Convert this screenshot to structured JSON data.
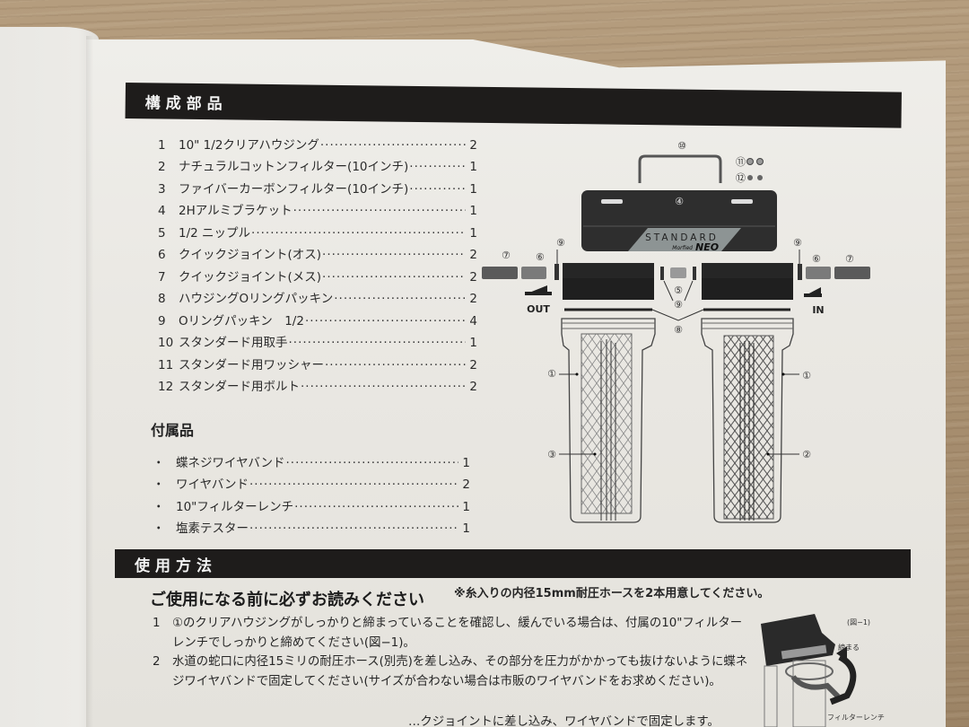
{
  "section_parts": {
    "title": "構成部品",
    "items": [
      {
        "num": "1",
        "name": "10\"  1/2クリアハウジング",
        "qty": "2"
      },
      {
        "num": "2",
        "name": "ナチュラルコットンフィルター(10インチ)",
        "qty": "1"
      },
      {
        "num": "3",
        "name": "ファイバーカーボンフィルター(10インチ)",
        "qty": "1"
      },
      {
        "num": "4",
        "name": "2Hアルミブラケット",
        "qty": "1"
      },
      {
        "num": "5",
        "name": "1/2 ニップル",
        "qty": "1"
      },
      {
        "num": "6",
        "name": "クイックジョイント(オス)",
        "qty": "2"
      },
      {
        "num": "7",
        "name": "クイックジョイント(メス)",
        "qty": "2"
      },
      {
        "num": "8",
        "name": "ハウジングOリングパッキン",
        "qty": "2"
      },
      {
        "num": "9",
        "name": "Oリングパッキン　1/2",
        "qty": "4"
      },
      {
        "num": "10",
        "name": "スタンダード用取手",
        "qty": "1"
      },
      {
        "num": "11",
        "name": "スタンダード用ワッシャー",
        "qty": "2"
      },
      {
        "num": "12",
        "name": "スタンダード用ボルト",
        "qty": "2"
      }
    ]
  },
  "section_accessories": {
    "title": "付属品",
    "items": [
      {
        "bullet": "・",
        "name": "蝶ネジワイヤバンド",
        "qty": "1"
      },
      {
        "bullet": "・",
        "name": "ワイヤバンド",
        "qty": "2"
      },
      {
        "bullet": "・",
        "name": "10\"フィルターレンチ",
        "qty": "1"
      },
      {
        "bullet": "・",
        "name": "塩素テスター",
        "qty": "1"
      }
    ]
  },
  "diagram": {
    "brand_line1": "STANDARD",
    "brand_line2_small": "Morfied",
    "brand_line2_large": "NEO",
    "labels": {
      "handle": "⑩",
      "washer": "⑪",
      "bolt": "⑫",
      "bracket": "④",
      "nipple": "⑤",
      "oring_small": "⑨",
      "oring_housing": "⑧",
      "joint_male": "⑥",
      "joint_female": "⑦",
      "housing": "①",
      "cotton_filter": "②",
      "carbon_filter": "③"
    },
    "out_label": "OUT",
    "in_label": "IN"
  },
  "section_usage": {
    "title": "使用方法",
    "subtitle": "ご使用になる前に必ずお読みください",
    "note": "※糸入りの内径15mm耐圧ホースを2本用意してください。",
    "steps": [
      {
        "num": "1",
        "text": "①のクリアハウジングがしっかりと締まっていることを確認し、緩んでいる場合は、付属の10\"フィルターレンチでしっかりと締めてください(図−1)。"
      },
      {
        "num": "2",
        "text": "水道の蛇口に内径15ミリの耐圧ホース(別売)を差し込み、その部分を圧力がかかっても抜けないように蝶ネジワイヤバンドで固定してください(サイズが合わない場合は市販のワイヤバンドをお求めください)。"
      }
    ],
    "partial_next_line": "…クジョイントに差し込み、ワイヤバンドで固定します。",
    "figure": {
      "caption": "(図−1)",
      "tighten_label": "締まる",
      "wrench_label": "フィルターレンチ"
    }
  }
}
